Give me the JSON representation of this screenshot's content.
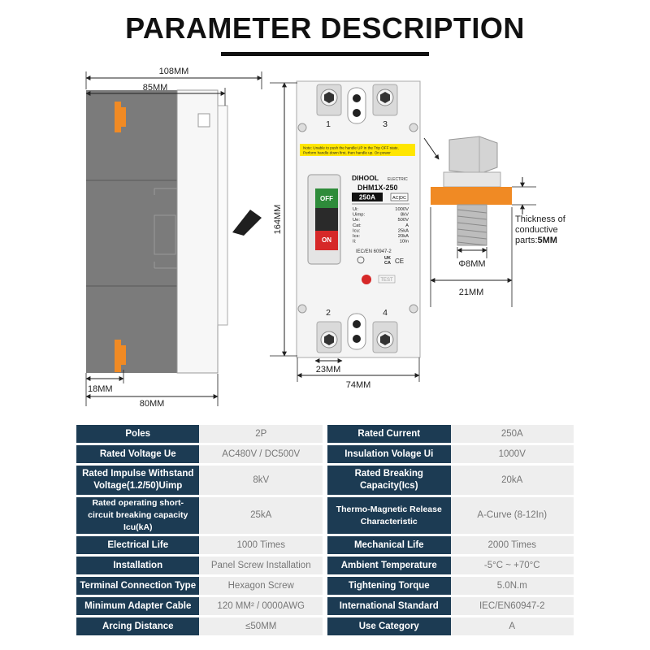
{
  "title": "PARAMETER DESCRIPTION",
  "dimensions": {
    "overall_width": "108MM",
    "body_width": "85MM",
    "side_width": "80MM",
    "side_offset": "18MM",
    "height": "164MM",
    "front_width": "74MM",
    "terminal_spacing": "23MM",
    "bolt_diameter": "Φ8MM",
    "washer_width": "21MM"
  },
  "thickness_note": {
    "line1": "Thickness of",
    "line2": "conductive",
    "line3": "parts:",
    "value": "5MM"
  },
  "breaker": {
    "terminals_top": [
      "1",
      "3"
    ],
    "terminals_bottom": [
      "2",
      "4"
    ],
    "warning_line1": "Note: Unable to push the handle UP in the Trip OFF state.",
    "warning_line2": "Perform handle down first, then handle up. On power",
    "brand": "DIHOOL",
    "brand_sub": "ELECTRIC",
    "model": "DHM1X-250",
    "rating": "250A",
    "acdc": "AC|DC",
    "off_label": "OFF",
    "on_label": "ON",
    "specs_left": [
      "Ui:",
      "Uimp:",
      "Ue:",
      "Cat:",
      "Icu:",
      "Ics:",
      "Ii:"
    ],
    "specs_right": [
      "1000V",
      "8kV",
      "500V",
      "A",
      "25kA",
      "20kA",
      "10In"
    ],
    "standard": "IEC/EN 60947-2",
    "test_label": "TEST",
    "ukca_top": "UK",
    "ukca_bottom": "CA",
    "ce_mark": "CE"
  },
  "specs": [
    {
      "k1": "Poles",
      "v1": "2P",
      "k2": "Rated Current",
      "v2": "250A"
    },
    {
      "k1": "Rated Voltage Ue",
      "v1": "AC480V / DC500V",
      "k2": "Insulation Volage Ui",
      "v2": "1000V"
    },
    {
      "k1": "Rated Impulse Withstand Voltage(1.2/50)Uimp",
      "v1": "8kV",
      "k2": "Rated Breaking Capacity(Ics)",
      "v2": "20kA"
    },
    {
      "k1": "Rated operating short-circuit breaking capacity Icu(kA)",
      "v1": "25kA",
      "k2": "Thermo-Magnetic Release Characteristic",
      "v2": "A-Curve (8-12In)"
    },
    {
      "k1": "Electrical Life",
      "v1": "1000 Times",
      "k2": "Mechanical Life",
      "v2": "2000 Times"
    },
    {
      "k1": "Installation",
      "v1": "Panel Screw Installation",
      "k2": "Ambient Temperature",
      "v2": "-5°C ~ +70°C"
    },
    {
      "k1": "Terminal Connection Type",
      "v1": "Hexagon Screw",
      "k2": "Tightening Torque",
      "v2": "5.0N.m"
    },
    {
      "k1": "Minimum Adapter Cable",
      "v1": "120 MM² / 0000AWG",
      "k2": "International Standard",
      "v2": "IEC/EN60947-2"
    },
    {
      "k1": "Arcing Distance",
      "v1": "≤50MM",
      "k2": "Use Category",
      "v2": "A"
    }
  ],
  "colors": {
    "header": "#1c3b53",
    "value_bg": "#eeeeee",
    "accent_orange": "#f08a24",
    "body_gray": "#7a7a7a",
    "off_green": "#2e8b3a",
    "on_red": "#d62828"
  }
}
